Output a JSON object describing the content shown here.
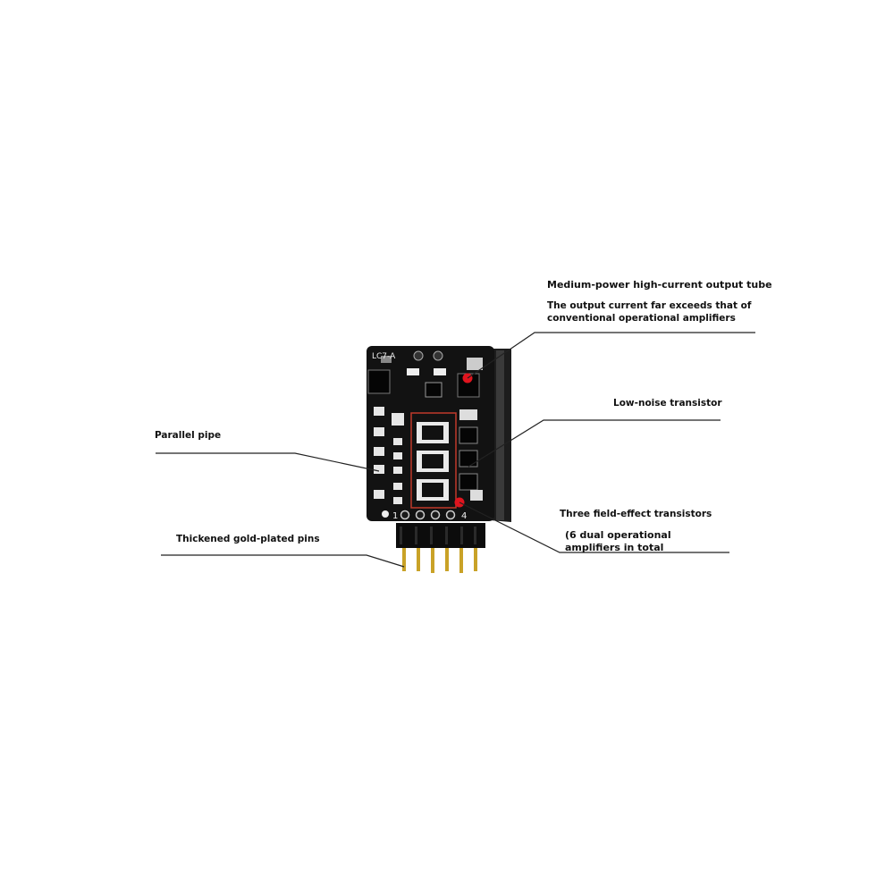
{
  "board": {
    "model_label": "LC7-A",
    "pin_label_left": "1",
    "pin_label_right": "4"
  },
  "callouts": {
    "output_tube_title": "Medium-power high-current output tube",
    "output_tube_desc_line1": "The output current far exceeds that of",
    "output_tube_desc_line2": "conventional operational amplifiers",
    "low_noise": "Low-noise transistor",
    "parallel_pipe": "Parallel pipe",
    "gold_pins": "Thickened gold-plated pins",
    "fet_title": "Three field-effect transistors",
    "fet_desc_line1": "(6 dual operational",
    "fet_desc_line2": "amplifiers in total"
  },
  "colors": {
    "pcb": "#111111",
    "marker_dot": "#e0141e",
    "highlight_box": "#c0392b",
    "gold": "#c9a227",
    "leader_line": "#222222"
  }
}
